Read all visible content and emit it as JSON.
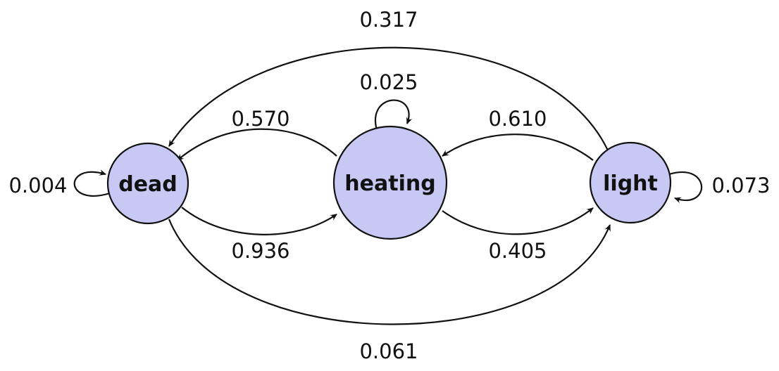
{
  "nodes": [
    {
      "id": "dead",
      "label": "dead"
    },
    {
      "id": "heating",
      "label": "heating"
    },
    {
      "id": "light",
      "label": "light"
    }
  ],
  "edges": [
    {
      "id": "dead-self",
      "from": "dead",
      "to": "dead",
      "label": "0.004"
    },
    {
      "id": "dead-heating",
      "from": "dead",
      "to": "heating",
      "label": "0.936"
    },
    {
      "id": "dead-light",
      "from": "dead",
      "to": "light",
      "label": "0.061"
    },
    {
      "id": "heating-self",
      "from": "heating",
      "to": "heating",
      "label": "0.025"
    },
    {
      "id": "heating-dead",
      "from": "heating",
      "to": "dead",
      "label": "0.570"
    },
    {
      "id": "heating-light",
      "from": "heating",
      "to": "light",
      "label": "0.405"
    },
    {
      "id": "light-self",
      "from": "light",
      "to": "light",
      "label": "0.073"
    },
    {
      "id": "light-heating",
      "from": "light",
      "to": "heating",
      "label": "0.610"
    },
    {
      "id": "light-dead",
      "from": "light",
      "to": "dead",
      "label": "0.317"
    }
  ],
  "colors": {
    "node_fill": "#c8c8f5",
    "stroke": "#111111"
  }
}
